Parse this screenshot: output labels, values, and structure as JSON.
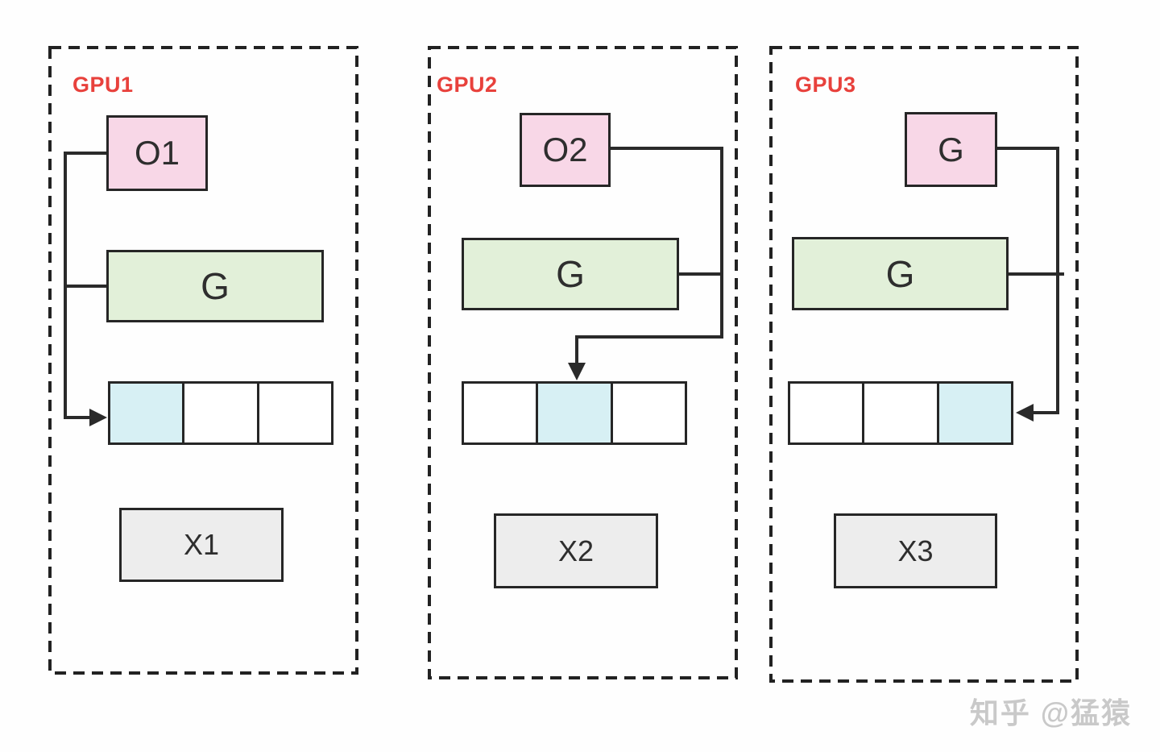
{
  "diagram_title": "",
  "panels": [
    {
      "label": "GPU1",
      "optimizer_label": "O1",
      "gradient_label": "G",
      "param_label": "X1",
      "cells": {
        "count": 3,
        "active_cell": 0
      }
    },
    {
      "label": "GPU2",
      "optimizer_label": "O2",
      "gradient_label": "G",
      "param_label": "X2",
      "cells": {
        "count": 3,
        "active_cell": 1
      }
    },
    {
      "label": "GPU3",
      "optimizer_label": "G",
      "gradient_label": "G",
      "param_label": "X3",
      "cells": {
        "count": 3,
        "active_cell": 2
      }
    }
  ],
  "watermark": {
    "text": "知乎 @猛猿"
  },
  "colors": {
    "gpu_label_red": "#e8413c",
    "optimizer_pink": "#f8d7e7",
    "gradient_green": "#e2f0d9",
    "active_cell_blue": "#d7f0f4",
    "param_gray": "#ededed",
    "line_dark": "#2a2a2a",
    "watermark_gray": "#c9c9c9"
  }
}
